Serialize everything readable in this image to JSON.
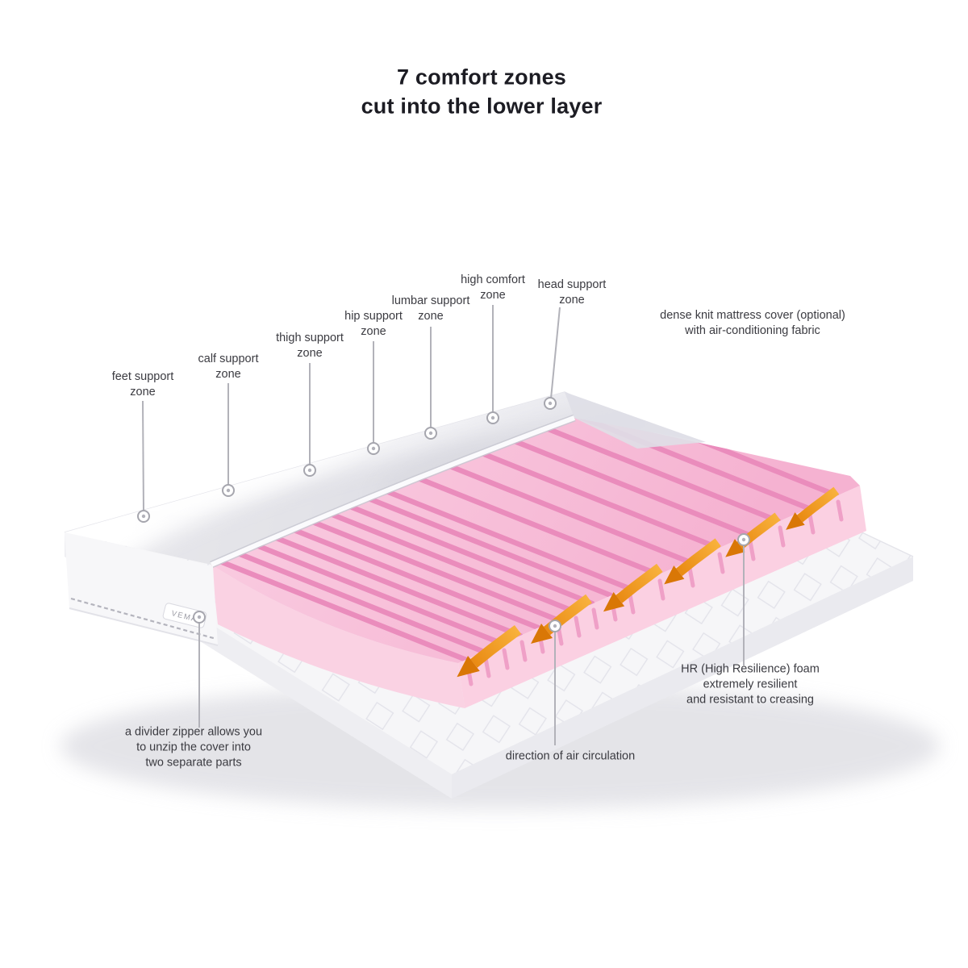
{
  "title": "7 comfort zones\ncut into the lower layer",
  "zone_labels": [
    {
      "text": "feet support\nzone"
    },
    {
      "text": "calf support\nzone"
    },
    {
      "text": "thigh support\nzone"
    },
    {
      "text": "hip support\nzone"
    },
    {
      "text": "lumbar support\nzone"
    },
    {
      "text": "high comfort\nzone"
    },
    {
      "text": "head support\nzone"
    }
  ],
  "annotations": {
    "cover": "dense knit mattress cover (optional)\nwith air-conditioning fabric",
    "zipper": "a divider zipper allows you\nto unzip the cover into\ntwo separate parts",
    "air_circulation": "direction of air circulation",
    "hr_foam": "HR (High Resilience) foam\nextremely resilient\nand resistant to creasing"
  },
  "brand_tag": "VEMA",
  "colors": {
    "foam_pink": "#f7bdd8",
    "foam_face_pink": "#fbd0e2",
    "groove_pink": "#ea8cbc",
    "arrow_orange": "#f49a1e",
    "arrow_orange_dark": "#d97706",
    "cover_white": "#f7f7f9",
    "base_white": "#f6f6f8",
    "leader_gray": "#b2b2b9",
    "label_text": "#3b3b41"
  }
}
